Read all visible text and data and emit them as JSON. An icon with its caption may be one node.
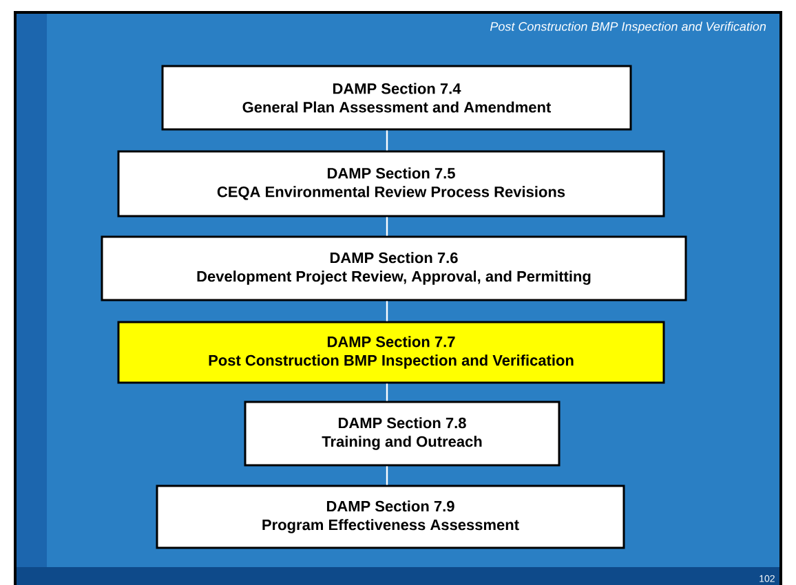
{
  "diagram": {
    "title": "Post Construction BMP Inspection and Verification",
    "nodes": [
      {
        "text": [
          "DAMP Section 7.4",
          "General Plan Assessment and Amendment"
        ]
      },
      {
        "text": [
          "DAMP Section 7.5",
          "CEQA Environmental Review Process Revisions"
        ]
      },
      {
        "text": [
          "DAMP Section 7.6",
          "Development Project Review, Approval, and Permitting"
        ]
      },
      {
        "text": [
          "DAMP Section 7.7",
          "Post Construction BMP Inspection and Verification"
        ]
      },
      {
        "text": [
          "DAMP Section 7.8",
          "Training and Outreach"
        ]
      },
      {
        "text": [
          "DAMP Section 7.9",
          "Program Effectiveness Assessment"
        ]
      }
    ],
    "edges": [
      {
        "from": 0,
        "to": 1,
        "arrow": "none"
      },
      {
        "from": 1,
        "to": 2,
        "arrow": "none"
      },
      {
        "from": 2,
        "to": 3,
        "arrow": "none"
      },
      {
        "from": 3,
        "to": 4,
        "arrow": "none"
      },
      {
        "from": 4,
        "to": 5,
        "arrow": "none"
      }
    ],
    "labels": [
      "102"
    ]
  }
}
